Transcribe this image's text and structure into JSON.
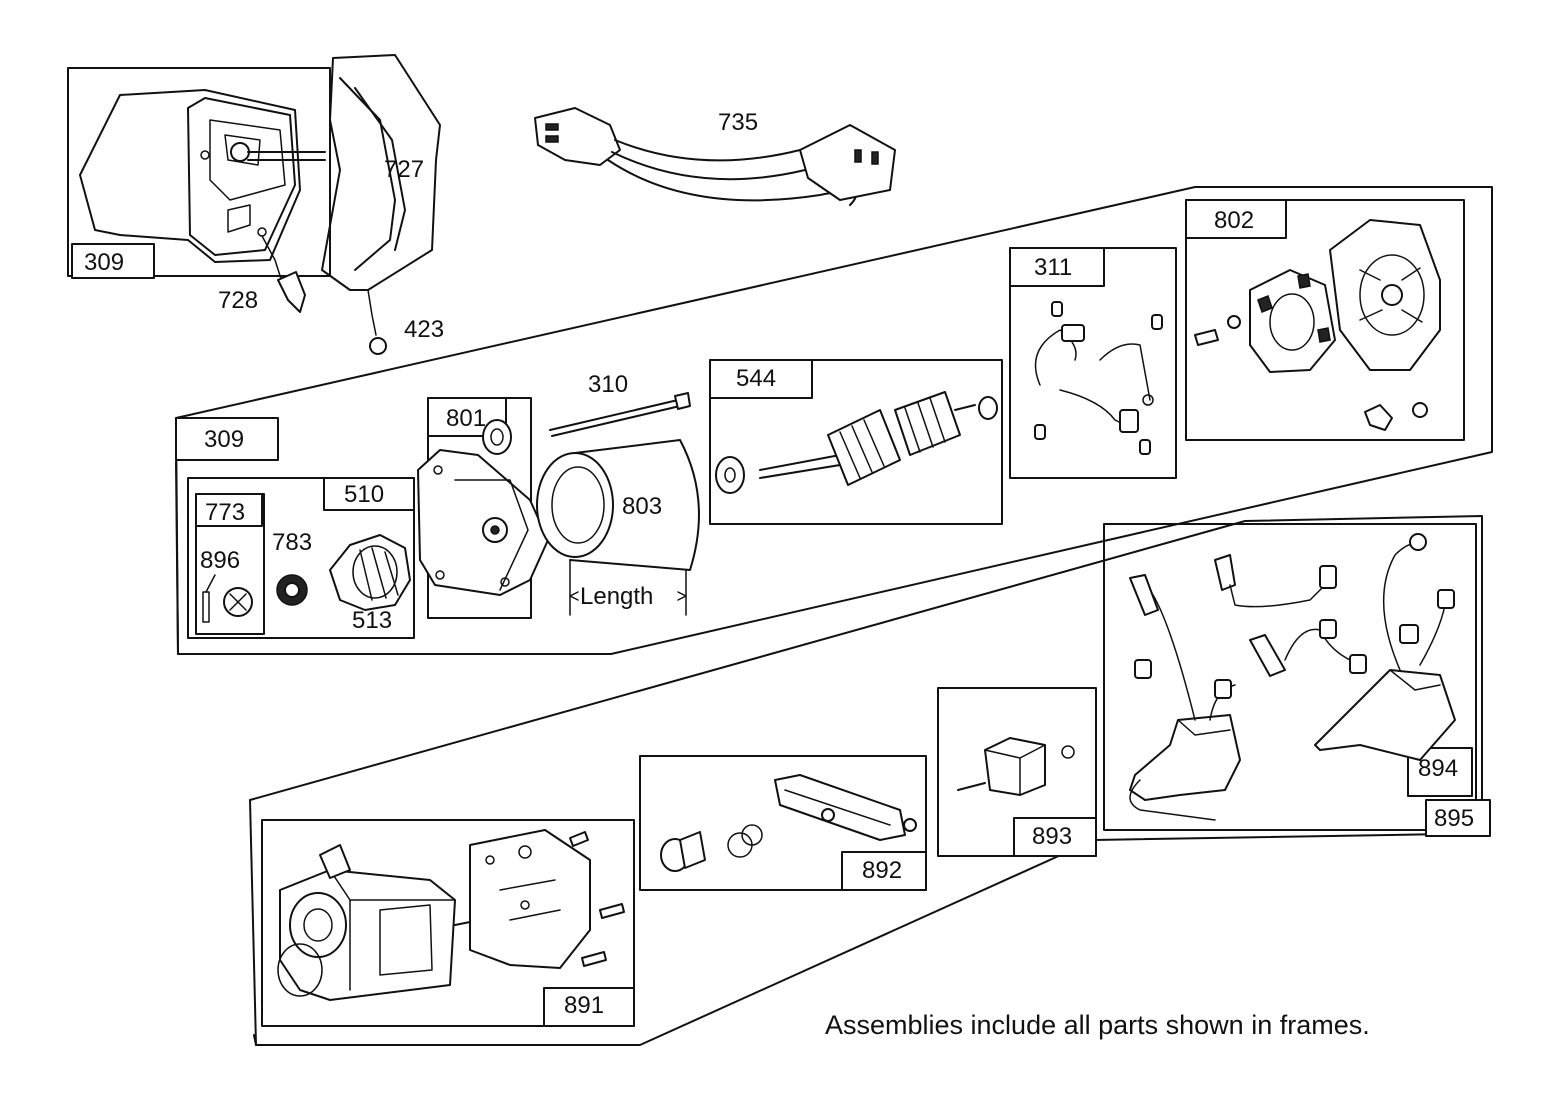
{
  "labels": {
    "p309_top": "309",
    "p727": "727",
    "p728": "728",
    "p423": "423",
    "p735": "735",
    "p309_asm": "309",
    "p801": "801",
    "p310": "310",
    "p544": "544",
    "p311": "311",
    "p802": "802",
    "p773": "773",
    "p510": "510",
    "p896": "896",
    "p783": "783",
    "p513": "513",
    "p803": "803",
    "length": "Length",
    "p891": "891",
    "p892": "892",
    "p893": "893",
    "p894": "894",
    "p895": "895"
  },
  "caption": "Assemblies include all parts shown in frames."
}
